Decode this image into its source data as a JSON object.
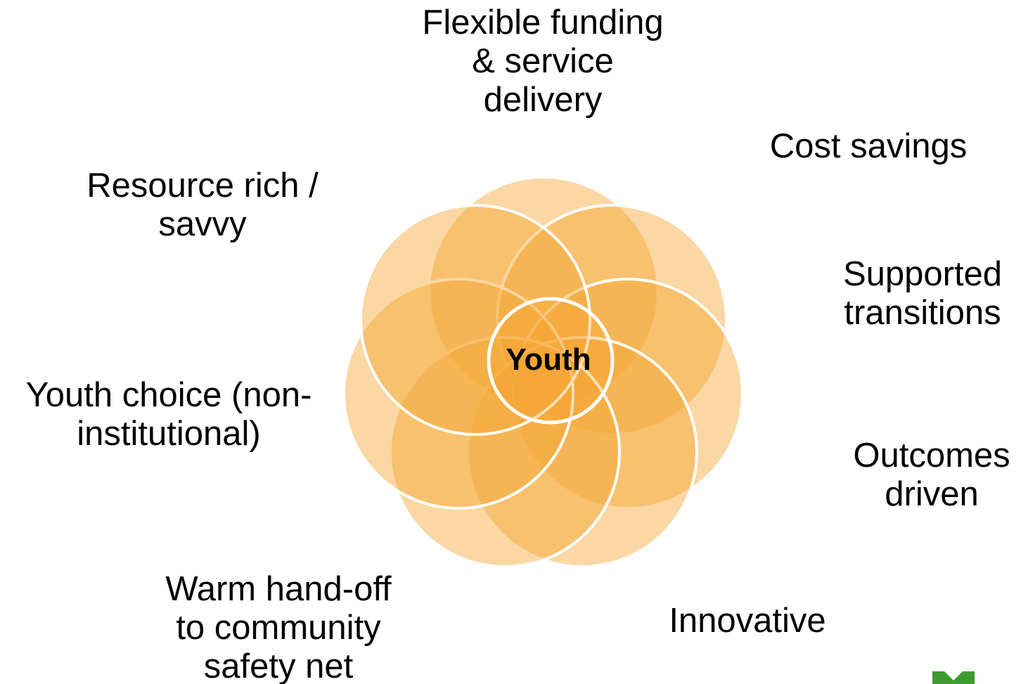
{
  "diagram": {
    "center_label": "Youth",
    "petal_fill": "#f5a733",
    "petal_stroke": "#ffffff",
    "logo_color": "#3e9b2f",
    "labels": [
      {
        "id": "flexible-funding",
        "lines": [
          "Flexible funding",
          "& service",
          "delivery"
        ]
      },
      {
        "id": "cost-savings",
        "lines": [
          "Cost savings"
        ]
      },
      {
        "id": "supported-transitions",
        "lines": [
          "Supported",
          "transitions"
        ]
      },
      {
        "id": "outcomes-driven",
        "lines": [
          "Outcomes",
          "driven"
        ]
      },
      {
        "id": "innovative",
        "lines": [
          "Innovative"
        ]
      },
      {
        "id": "warm-hand-off",
        "lines": [
          "Warm hand-off",
          "to community",
          "safety net"
        ]
      },
      {
        "id": "youth-choice",
        "lines": [
          "Youth choice (non-",
          "institutional)"
        ]
      },
      {
        "id": "resource-rich",
        "lines": [
          "Resource rich /",
          "savvy"
        ]
      }
    ]
  }
}
